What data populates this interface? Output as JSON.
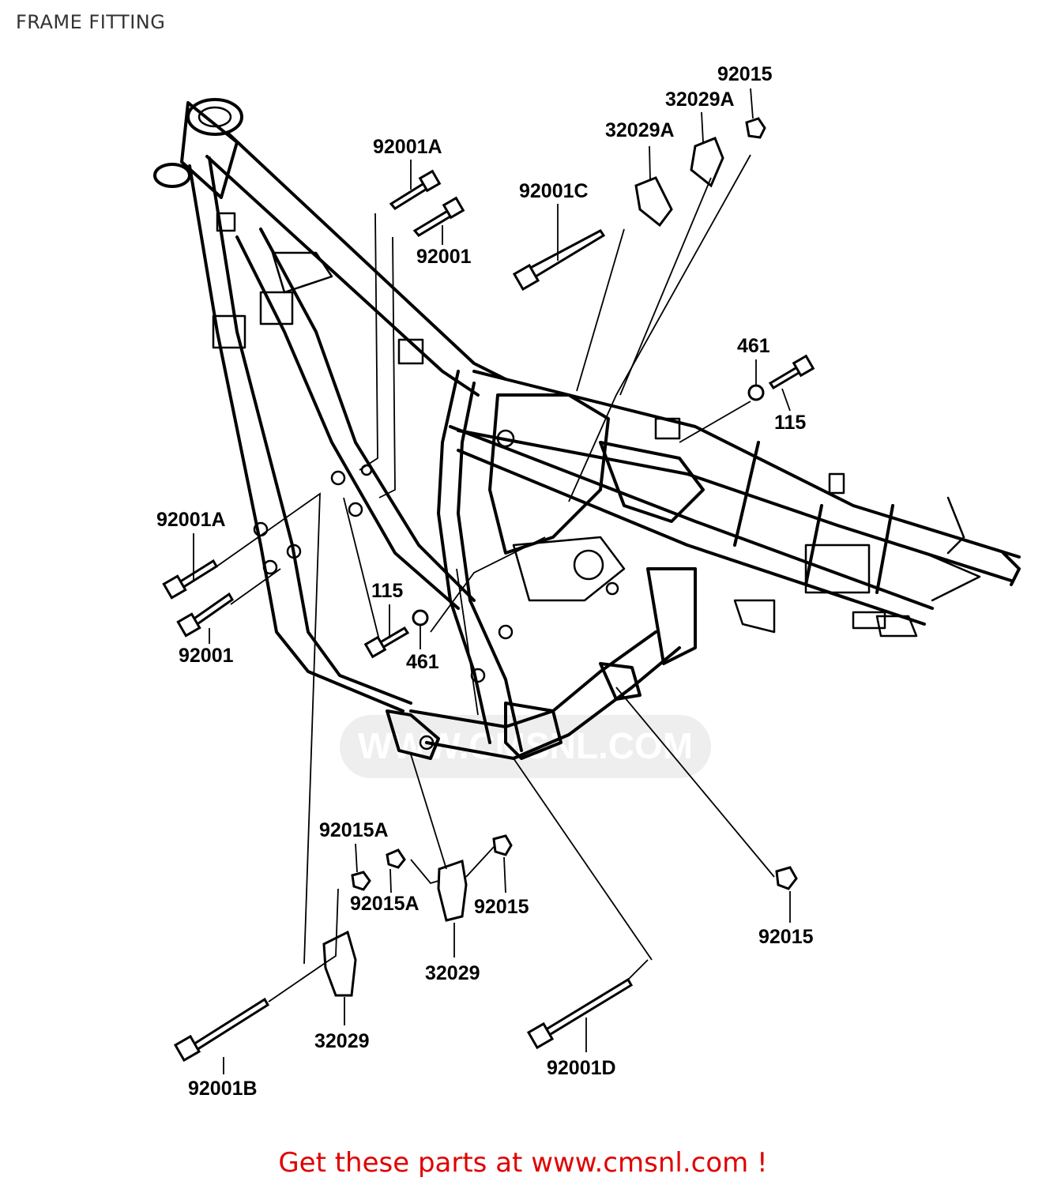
{
  "page": {
    "title": "FRAME FITTING"
  },
  "watermark": "WWW.CMSNL.COM",
  "callouts": {
    "c92015_top": "92015",
    "c32029A_top": "32029A",
    "c32029A_mid": "32029A",
    "c92001A_top": "92001A",
    "c92001C": "92001C",
    "c92001_top": "92001",
    "c461_right": "461",
    "c115_right": "115",
    "c92001A_left": "92001A",
    "c92001_left": "92001",
    "c115_mid": "115",
    "c461_mid": "461",
    "c92015A_a": "92015A",
    "c92015A_b": "92015A",
    "c92015_mid": "92015",
    "c32029_a": "32029",
    "c32029_b": "32029",
    "c92015_right": "92015",
    "c92001B": "92001B",
    "c92001D": "92001D"
  },
  "footer": {
    "text_prefix": "Get these parts at ",
    "link_text": "www.cmsnl.com",
    "text_suffix": " !"
  }
}
